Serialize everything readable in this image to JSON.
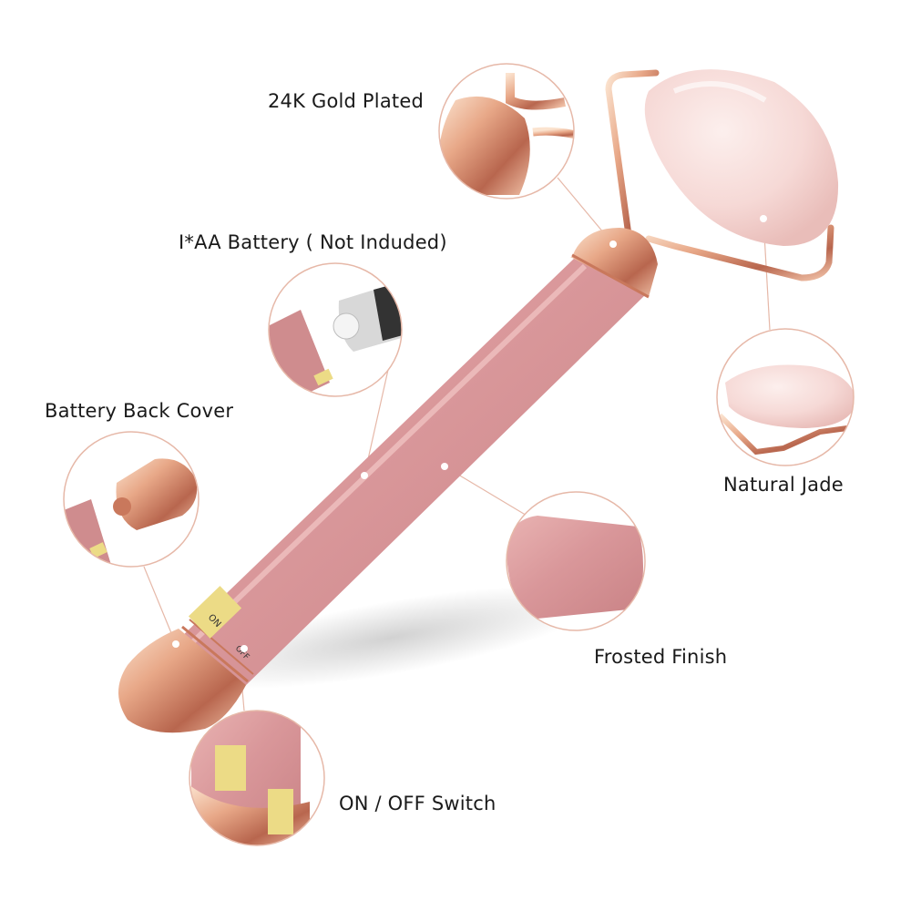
{
  "callouts": {
    "gold_plated": "24K Gold Plated",
    "battery": "I*AA Battery ( Not Induded)",
    "back_cover": "Battery Back Cover",
    "natural_jade": "Natural Jade",
    "frosted_finish": "Frosted Finish",
    "switch": "ON / OFF Switch"
  },
  "sticker_text": {
    "on": "ON",
    "off": "OFF"
  },
  "colors": {
    "handle": "#d9979a",
    "gold": "#e8a888",
    "jade": "#f6d9d6",
    "leader_line": "#e6b8a8"
  }
}
